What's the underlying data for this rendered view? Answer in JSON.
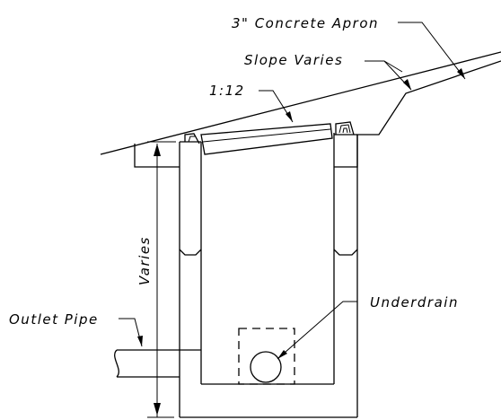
{
  "labels": {
    "concrete_apron": "3\" Concrete Apron",
    "slope": "Slope Varies",
    "ratio": "1:12",
    "varies": "Varies",
    "outlet_pipe": "Outlet Pipe",
    "underdrain": "Underdrain"
  },
  "colors": {
    "line": "#000000",
    "background": "#ffffff"
  }
}
